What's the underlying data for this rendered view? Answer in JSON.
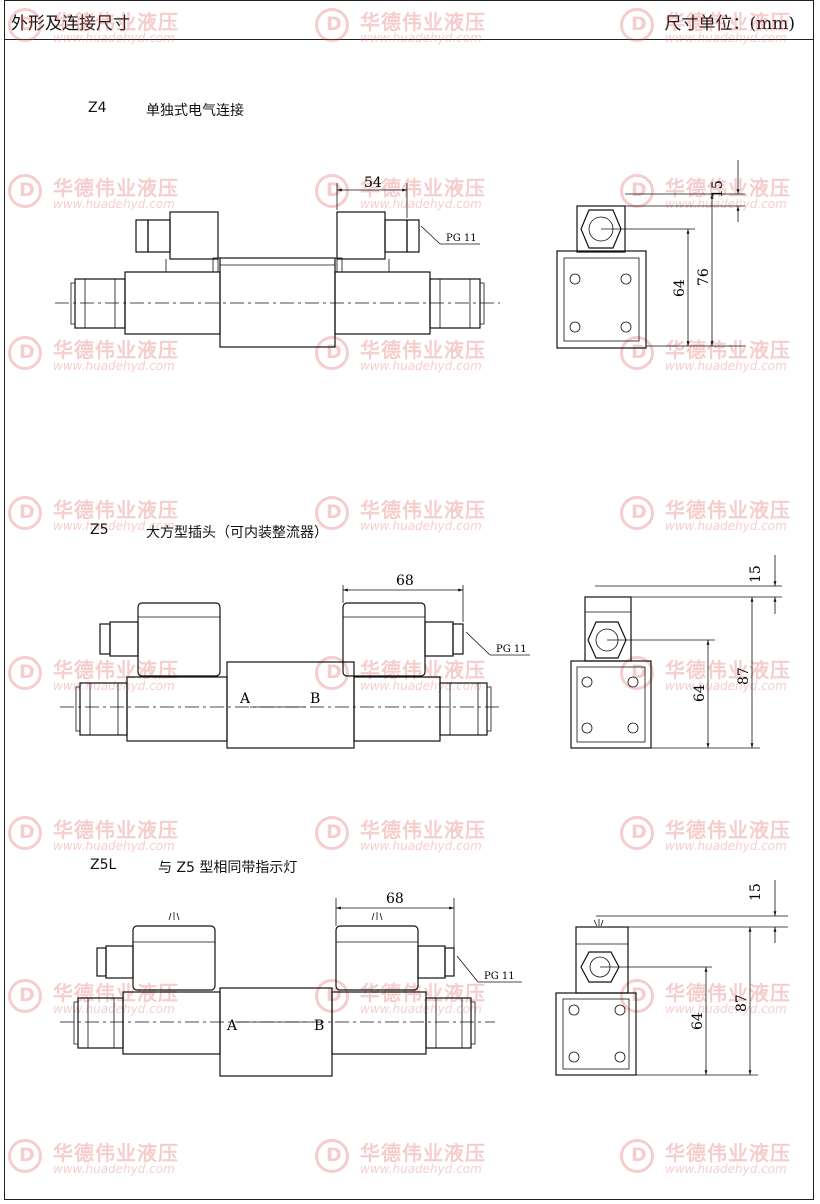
{
  "header": {
    "title": "外形及连接尺寸",
    "units_label": "尺寸单位：",
    "units_value": "(mm)"
  },
  "watermark": {
    "name": "华德伟业液压",
    "url": "www.huadehyd.com",
    "color": "#e05050"
  },
  "sections": [
    {
      "code": "Z4",
      "description": "单独式电气连接",
      "dims": {
        "width": "54",
        "top": "15",
        "inner": "64",
        "outer": "76"
      },
      "port": "PG 11"
    },
    {
      "code": "Z5",
      "description": "大方型插头（可内装整流器）",
      "dims": {
        "width": "68",
        "top": "15",
        "inner": "64",
        "outer": "87"
      },
      "port": "PG 11",
      "marks": [
        "A",
        "B"
      ]
    },
    {
      "code": "Z5L",
      "description": "与 Z5 型相同带指示灯",
      "dims": {
        "width": "68",
        "top": "15",
        "inner": "64",
        "outer": "87"
      },
      "port": "PG 11",
      "marks": [
        "A",
        "B"
      ]
    }
  ]
}
